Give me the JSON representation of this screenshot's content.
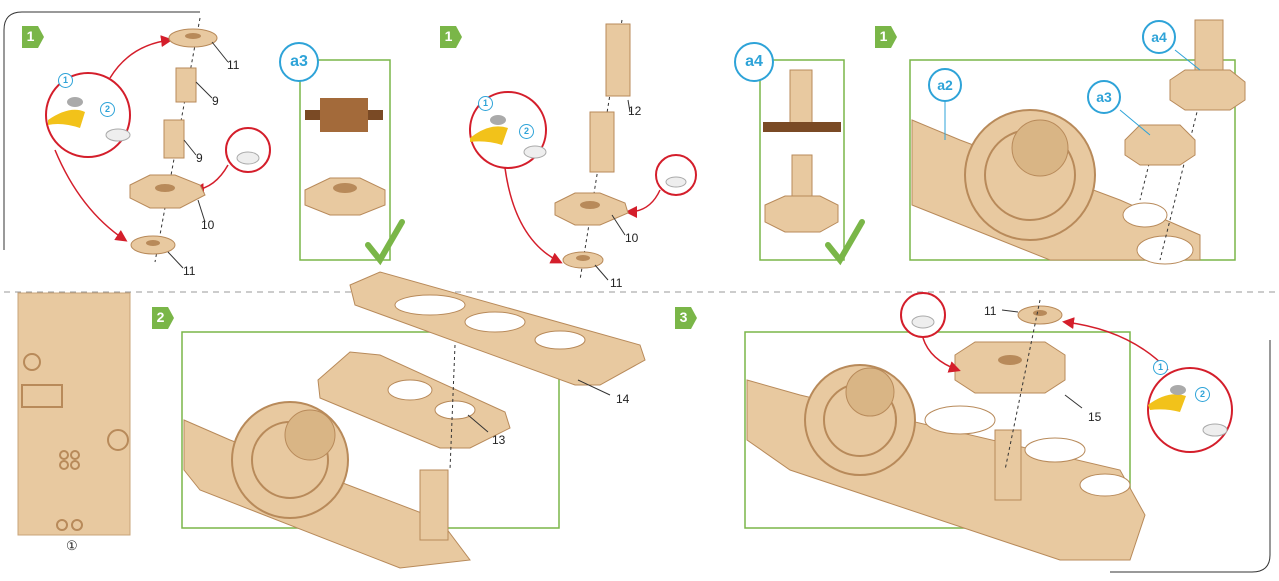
{
  "steps": {
    "s1a": "1",
    "s1b": "1",
    "s1c": "1",
    "s2": "2",
    "s3": "3"
  },
  "callouts": {
    "a2": "a2",
    "a3_panel": "a3",
    "a3_main": "a3",
    "a4_panel": "a4",
    "a4_main": "a4"
  },
  "sub_steps": {
    "one": "1",
    "two": "2"
  },
  "sheet_label": "①",
  "parts": {
    "p11_top": "11",
    "p9_a": "9",
    "p9_b": "9",
    "p10_a": "10",
    "p11_a": "11",
    "p12": "12",
    "p10_b": "10",
    "p11_b": "11",
    "p14": "14",
    "p13": "13",
    "p11_c": "11",
    "p15": "15"
  },
  "colors": {
    "step_green": "#7ab648",
    "callout_blue": "#2ea3d8",
    "arrow_red": "#d41e2b",
    "wood": "#e8c9a0",
    "wood_dark": "#b88a5a"
  }
}
